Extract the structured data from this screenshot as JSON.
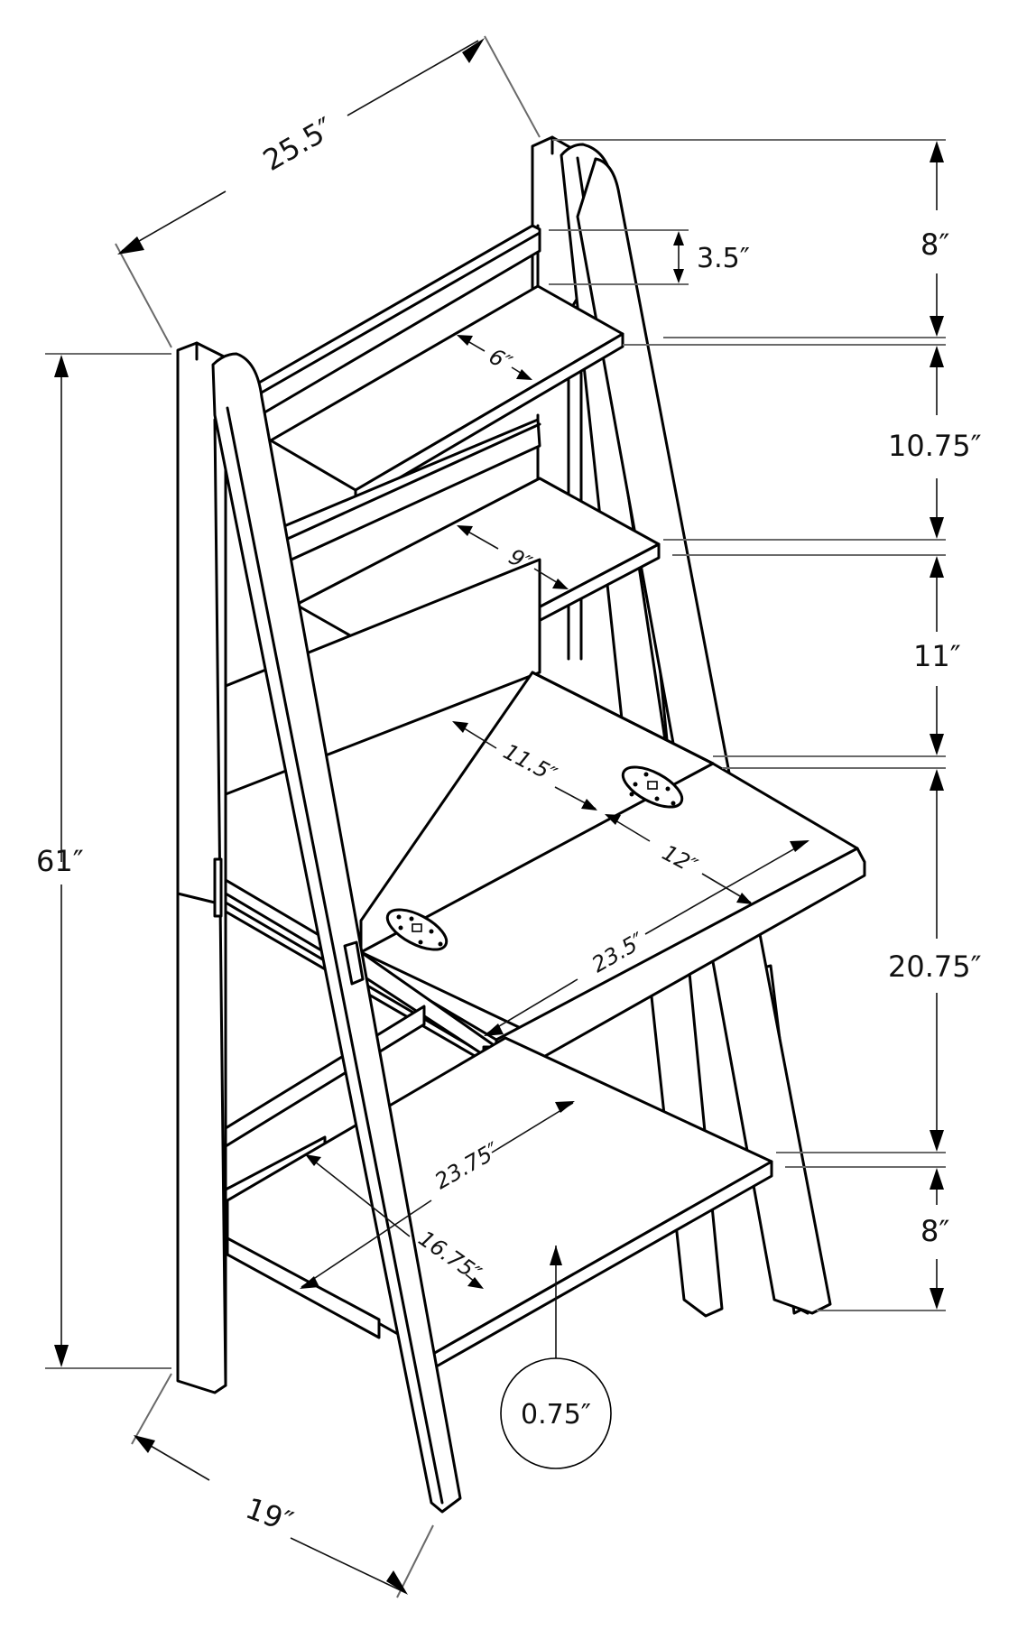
{
  "diagram": {
    "subject": "Ladder desk with fold-down desktop, dimension drawing",
    "line_color": "#000000",
    "background": "#ffffff",
    "dimensions": {
      "overall_width": "25.5″",
      "overall_height": "61″",
      "overall_depth": "19″",
      "top_to_first_shelf": "8″",
      "back_rail_height": "3.5″",
      "first_to_second_shelf": "10.75″",
      "second_shelf_to_desk": "11″",
      "desk_to_bottom_shelf": "20.75″",
      "bottom_shelf_to_floor": "8″",
      "top_shelf_depth": "6″",
      "second_shelf_depth": "9″",
      "desk_back_depth": "11.5″",
      "desk_fold_depth": "12″",
      "desk_width": "23.5″",
      "bottom_shelf_width": "23.75″",
      "bottom_shelf_depth": "16.75″",
      "panel_thickness": "0.75″"
    }
  }
}
